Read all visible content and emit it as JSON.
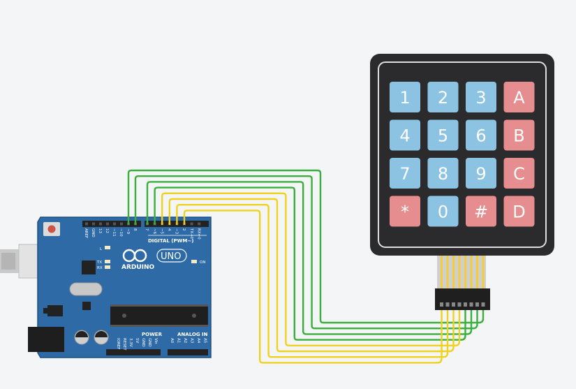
{
  "keypad": {
    "keys": [
      {
        "label": "1",
        "kind": "num"
      },
      {
        "label": "2",
        "kind": "num"
      },
      {
        "label": "3",
        "kind": "num"
      },
      {
        "label": "A",
        "kind": "letter"
      },
      {
        "label": "4",
        "kind": "num"
      },
      {
        "label": "5",
        "kind": "num"
      },
      {
        "label": "6",
        "kind": "num"
      },
      {
        "label": "B",
        "kind": "letter"
      },
      {
        "label": "7",
        "kind": "num"
      },
      {
        "label": "8",
        "kind": "num"
      },
      {
        "label": "9",
        "kind": "num"
      },
      {
        "label": "C",
        "kind": "letter"
      },
      {
        "label": "*",
        "kind": "letter"
      },
      {
        "label": "0",
        "kind": "num"
      },
      {
        "label": "#",
        "kind": "letter"
      },
      {
        "label": "D",
        "kind": "letter"
      }
    ]
  },
  "board": {
    "brand": "ARDUINO",
    "model": "UNO",
    "digital_label": "DIGITAL (PWM~)",
    "power_label": "POWER",
    "analog_label": "ANALOG IN",
    "on_label": "ON",
    "led_l": "L",
    "led_tx": "TX",
    "led_rx": "RX",
    "digital_pins": [
      "AREF",
      "GND",
      "13",
      "12",
      "~11",
      "~10",
      "~9",
      "8",
      "7",
      "~6",
      "~5",
      "4",
      "~3",
      "2",
      "TX→1",
      "RX←0"
    ],
    "power_pins": [
      "IOREF",
      "RESET",
      "3.3V",
      "5V",
      "GND",
      "GND",
      "Vin"
    ],
    "analog_pins": [
      "A0",
      "A1",
      "A2",
      "A3",
      "A4",
      "A5"
    ]
  },
  "colors": {
    "background": "#f4f5f7",
    "board": "#2e6aa6",
    "keypad_body": "#2b2b2d",
    "key_number": "#8cc3e3",
    "key_letter": "#e58d8f",
    "wire_green": "#3aaf3a",
    "wire_yellow": "#f0d21e"
  },
  "wires": [
    {
      "from": "~9",
      "to": "row1",
      "color": "green"
    },
    {
      "from": "8",
      "to": "row2",
      "color": "green"
    },
    {
      "from": "7",
      "to": "row3",
      "color": "green"
    },
    {
      "from": "~6",
      "to": "row4",
      "color": "green"
    },
    {
      "from": "~5",
      "to": "col1",
      "color": "yellow"
    },
    {
      "from": "4",
      "to": "col2",
      "color": "yellow"
    },
    {
      "from": "~3",
      "to": "col3",
      "color": "yellow"
    },
    {
      "from": "2",
      "to": "col4",
      "color": "yellow"
    }
  ]
}
